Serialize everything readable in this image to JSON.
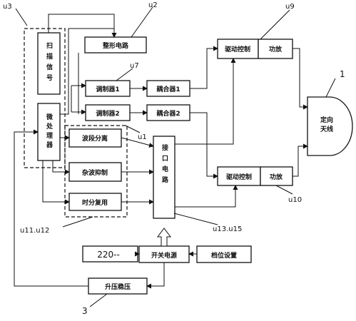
{
  "blocks": {
    "scan_signal": "扫描信号",
    "microprocessor": "微处理器",
    "shaping_circuit": "整形电路",
    "modulator_1": "调制器1",
    "modulator_2": "调制器2",
    "coupler_1": "耦合器1",
    "coupler_2": "耦合器2",
    "drive_control_1": "驱动控制",
    "drive_control_2": "驱动控制",
    "power_amp_1": "功放",
    "power_amp_2": "功放",
    "directional_antenna": "定向天线",
    "band_separation": "波段分离",
    "clutter_suppression": "杂波抑制",
    "time_division_multiplex": "时分复用",
    "interface_circuit": "接口电路",
    "ac_input": "220--",
    "switching_power": "开关电源",
    "gear_setting": "档位设置",
    "boost_regulator": "升压稳压"
  },
  "tags": {
    "u3": "u3",
    "u2": "u2",
    "u9": "u9",
    "u7": "u7",
    "u1": "u1",
    "u10": "u10",
    "u11_u12": "u11.u12",
    "u13_u15": "u13.u15",
    "ref_1": "1",
    "ref_3": "3"
  }
}
